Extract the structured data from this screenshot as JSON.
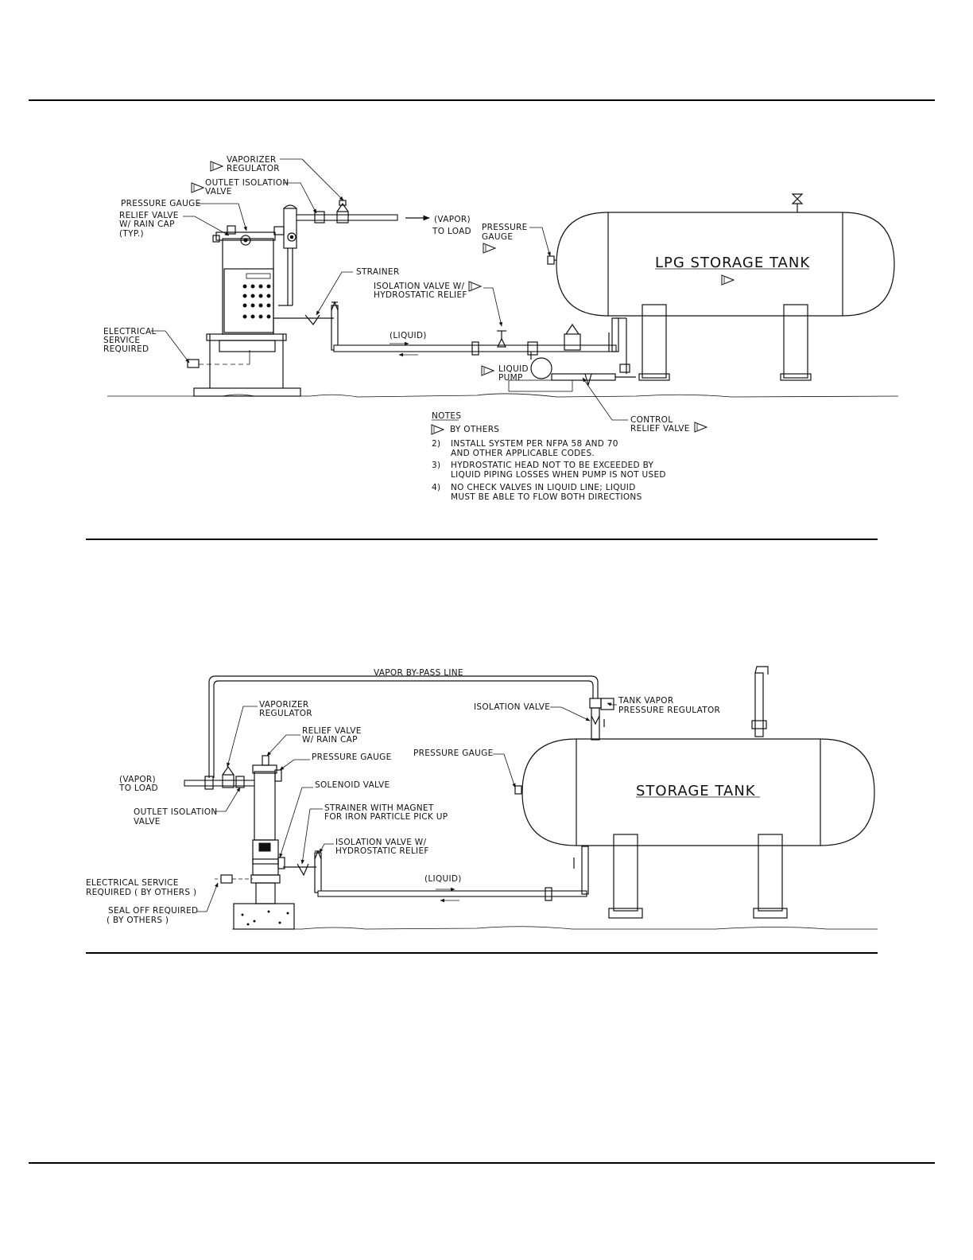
{
  "diagram1": {
    "labels": {
      "vaporizer_regulator_1": "VAPORIZER",
      "vaporizer_regulator_2": "REGULATOR",
      "outlet_isolation_1": "OUTLET ISOLATION",
      "outlet_isolation_2": "VALVE",
      "pressure_gauge_left": "PRESSURE GAUGE",
      "relief_valve_1": "RELIEF VALVE",
      "relief_valve_2": "W/ RAIN CAP",
      "relief_valve_3": "(TYP.)",
      "vapor_to_load_1": "(VAPOR)",
      "vapor_to_load_2": "TO LOAD",
      "pressure_gauge_right_1": "PRESSURE",
      "pressure_gauge_right_2": "GAUGE",
      "tank_name": "LPG STORAGE TANK",
      "strainer": "STRAINER",
      "isolation_valve_1": "ISOLATION VALVE W/",
      "isolation_valve_2": "HYDROSTATIC RELIEF",
      "electrical_1": "ELECTRICAL",
      "electrical_2": "SERVICE",
      "electrical_3": "REQUIRED",
      "liquid": "(LIQUID)",
      "liquid_pump_1": "LIQUID",
      "liquid_pump_2": "PUMP",
      "control_relief_1": "CONTROL",
      "control_relief_2": "RELIEF VALVE"
    },
    "notes": {
      "heading": "NOTES",
      "n1": "BY OTHERS",
      "n2_num": "2)",
      "n2a": "INSTALL SYSTEM PER NFPA 58 AND 70",
      "n2b": "AND OTHER APPLICABLE CODES.",
      "n3_num": "3)",
      "n3a": "HYDROSTATIC HEAD NOT TO BE EXCEEDED BY",
      "n3b": "LIQUID PIPING LOSSES WHEN PUMP IS NOT USED",
      "n4_num": "4)",
      "n4a": "NO CHECK VALVES IN LIQUID LINE; LIQUID",
      "n4b": "MUST BE ABLE TO FLOW BOTH DIRECTIONS"
    }
  },
  "diagram2": {
    "labels": {
      "bypass": "VAPOR BY-PASS LINE",
      "vaporizer_regulator_1": "VAPORIZER",
      "vaporizer_regulator_2": "REGULATOR",
      "relief_valve_1": "RELIEF VALVE",
      "relief_valve_2": "W/ RAIN CAP",
      "pressure_gauge_left": "PRESSURE GAUGE",
      "vapor_to_load_1": "(VAPOR)",
      "vapor_to_load_2": "TO LOAD",
      "outlet_isolation_1": "OUTLET ISOLATION",
      "outlet_isolation_2": "VALVE",
      "solenoid": "SOLENOID VALVE",
      "strainer_1": "STRAINER WITH MAGNET",
      "strainer_2": "FOR IRON PARTICLE PICK UP",
      "isolation_valve_1": "ISOLATION VALVE W/",
      "isolation_valve_2": "HYDROSTATIC RELIEF",
      "electrical_1": "ELECTRICAL SERVICE",
      "electrical_2": "REQUIRED ( BY OTHERS )",
      "seal_off_1": "SEAL OFF REQUIRED",
      "seal_off_2": "( BY OTHERS )",
      "liquid": "(LIQUID)",
      "isolation_valve_top": "ISOLATION VALVE",
      "tank_vapor_reg_1": "TANK VAPOR",
      "tank_vapor_reg_2": "PRESSURE REGULATOR",
      "pressure_gauge_right": "PRESSURE GAUGE",
      "tank_name": "STORAGE TANK"
    }
  }
}
